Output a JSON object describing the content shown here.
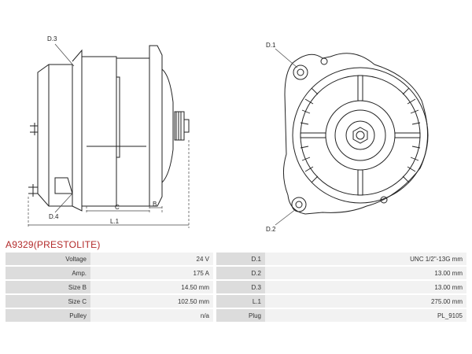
{
  "drawing": {
    "side_view_labels": {
      "d3": "D.3",
      "d4": "D.4",
      "c": "C",
      "b": "B",
      "l1": "L.1"
    },
    "front_view_labels": {
      "d1": "D.1",
      "d2": "D.2"
    }
  },
  "title": "A9329(PRESTOLITE)",
  "specs": [
    {
      "label": "Voltage",
      "value": "24 V",
      "label2": "D.1",
      "value2": "UNC 1/2\"-13G mm"
    },
    {
      "label": "Amp.",
      "value": "175 A",
      "label2": "D.2",
      "value2": "13.00 mm"
    },
    {
      "label": "Size B",
      "value": "14.50 mm",
      "label2": "D.3",
      "value2": "13.00 mm"
    },
    {
      "label": "Size C",
      "value": "102.50 mm",
      "label2": "L.1",
      "value2": "275.00 mm"
    },
    {
      "label": "Pulley",
      "value": "n/a",
      "label2": "Plug",
      "value2": "PL_9105"
    }
  ]
}
